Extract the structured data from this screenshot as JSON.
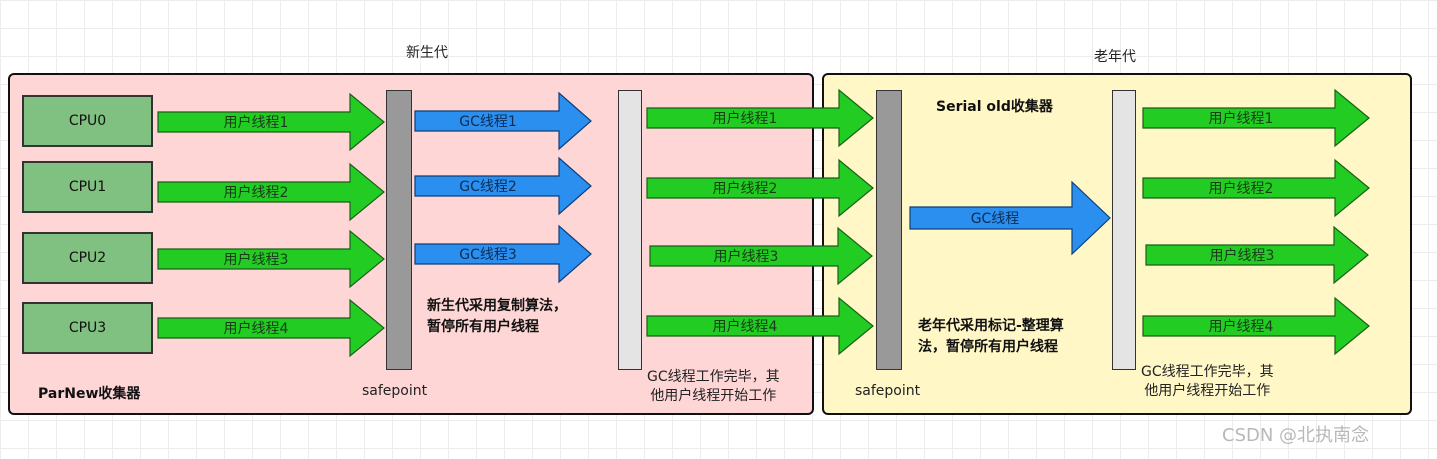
{
  "young_title": "新生代",
  "old_title": "老年代",
  "cpus": [
    "CPU0",
    "CPU1",
    "CPU2",
    "CPU3"
  ],
  "user_threads": [
    "用户线程1",
    "用户线程2",
    "用户线程3",
    "用户线程4"
  ],
  "gc_threads": [
    "GC线程1",
    "GC线程2",
    "GC线程3"
  ],
  "old_gc_thread": "GC线程",
  "young_note": [
    "新生代采用复制算法，",
    "暂停所有用户线程"
  ],
  "old_note": [
    "老年代采用标记-整理算",
    "法，暂停所有用户线程"
  ],
  "safepoint": "safepoint",
  "gc_done_caption": [
    "GC线程工作完毕，其",
    "他用户线程开始工作"
  ],
  "old_gc_done_caption": [
    "GC线程工作完毕，其",
    "他用户线程开始工作"
  ],
  "young_collector": "ParNew收集器",
  "old_collector": "Serial old收集器",
  "watermark": "CSDN @北执南念",
  "colors": {
    "young_bg": "#ffd6d6",
    "old_bg": "#fff7c6",
    "cpu_fill": "#80c080",
    "green_arrow": "#22cc22",
    "blue_arrow": "#2b8ff0"
  }
}
